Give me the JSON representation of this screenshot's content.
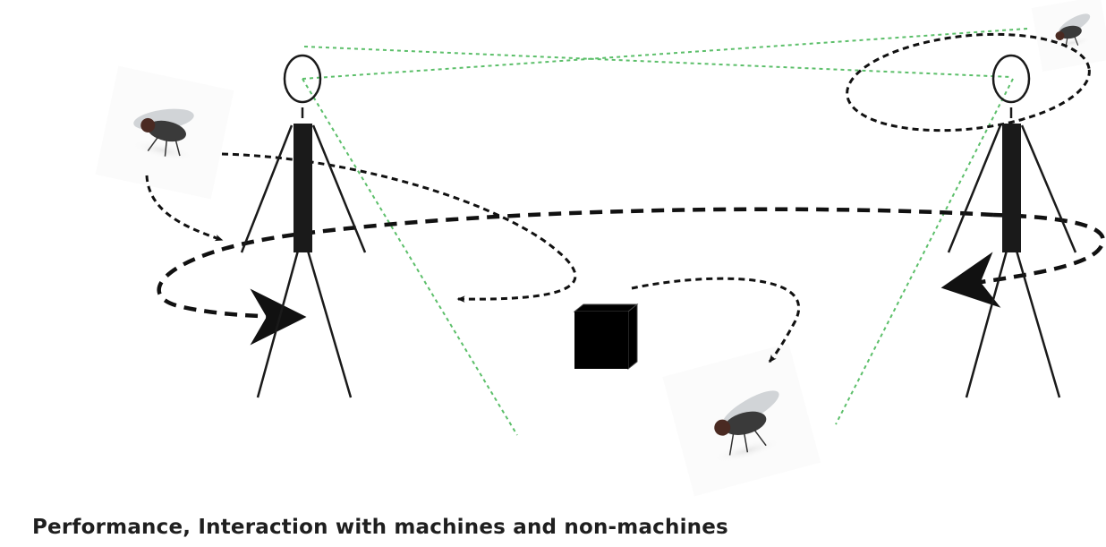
{
  "caption": "Performance, Interaction with machines and non-machines",
  "colors": {
    "figure": "#1a1a1a",
    "sightline": "#5cbf6a",
    "arrow": "#111111",
    "fly_wing": "#c9ccd0",
    "fly_body": "#3a3a3a"
  },
  "icons": [
    "person-figure",
    "fly-image",
    "machine-cube",
    "dashed-arrow",
    "sightline"
  ]
}
